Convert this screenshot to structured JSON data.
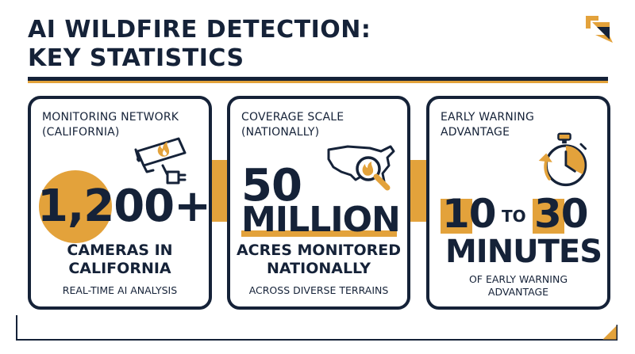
{
  "header": {
    "title_line1": "AI WILDFIRE DETECTION:",
    "title_line2": "KEY STATISTICS"
  },
  "colors": {
    "navy": "#152238",
    "accent": "#e3a23b",
    "background": "#ffffff"
  },
  "cards": [
    {
      "label_line1": "MONITORING NETWORK",
      "label_line2": "(CALIFORNIA)",
      "value": "1,200+",
      "subtitle_line1": "CAMERAS IN",
      "subtitle_line2": "CALIFORNIA",
      "note": "REAL-TIME AI ANALYSIS",
      "icon": "security-camera-fire-icon"
    },
    {
      "label_line1": "COVERAGE SCALE",
      "label_line2": "(NATIONALLY)",
      "value_line1": "50",
      "value_line2": "MILLION",
      "subtitle_line1": "ACRES MONITORED",
      "subtitle_line2": "NATIONALLY",
      "note": "ACROSS DIVERSE TERRAINS",
      "icon": "us-map-magnifier-icon"
    },
    {
      "label_line1": "EARLY WARNING",
      "label_line2": "ADVANTAGE",
      "value_from": "10",
      "value_connector": "TO",
      "value_to": "30",
      "value_unit": "MINUTES",
      "note_line1": "OF EARLY WARNING",
      "note_line2": "ADVANTAGE",
      "icon": "stopwatch-arrow-icon"
    }
  ]
}
